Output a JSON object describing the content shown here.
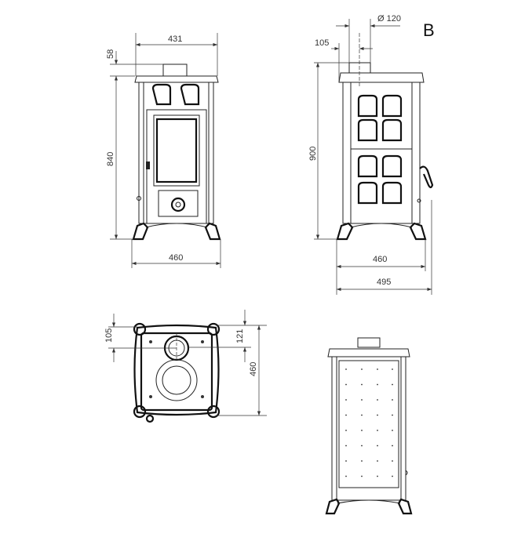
{
  "sheet_label": "B",
  "front_view": {
    "width_top": "431",
    "flue_height": "58",
    "height": "840",
    "width_base": "460"
  },
  "side_view": {
    "flue_diameter": "Ø 120",
    "flue_offset": "105",
    "height": "900",
    "width_base": "460",
    "width_total": "495"
  },
  "top_view": {
    "flue_offset": "105",
    "flue_offset_side": "121",
    "depth": "460"
  },
  "colors": {
    "line": "#222222",
    "background": "#ffffff"
  }
}
